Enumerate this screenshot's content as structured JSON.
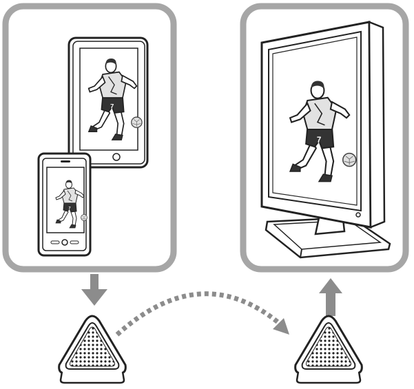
{
  "title": "",
  "colors": {
    "panel_border": "#a6a6a6",
    "arrow": "#8c8c8c",
    "outline": "#2b2b2b",
    "screen_fill": "#ffffff",
    "shirt": "#d9d9d9",
    "shorts": "#333333"
  },
  "panels": [
    {
      "name": "source-panel",
      "devices": [
        "tablet",
        "smartphone"
      ]
    },
    {
      "name": "display-panel",
      "devices": [
        "monitor"
      ]
    }
  ],
  "player": {
    "jersey_number": "7"
  },
  "connectors": {
    "down_arrow": "solid",
    "up_arrow": "solid",
    "link": "dotted-curve"
  },
  "icons": [
    "tablet-icon",
    "smartphone-icon",
    "monitor-icon",
    "speaker-icon",
    "soccer-player-icon",
    "soccer-ball-icon"
  ]
}
